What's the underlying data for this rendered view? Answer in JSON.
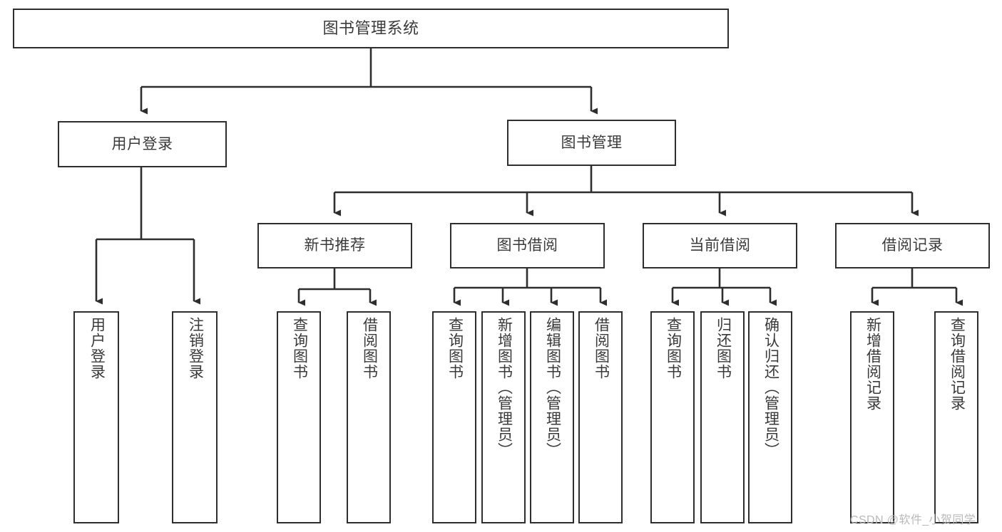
{
  "diagram": {
    "title": "图书管理系统",
    "type": "tree",
    "stroke_color": "#2e2e2e",
    "text_color": "#3a3a3a",
    "background_color": "#ffffff",
    "watermark": "CSDN @软件_小贺同学",
    "nodes": {
      "root": {
        "label": "图书管理系统"
      },
      "level2": [
        {
          "id": "user-login",
          "label": "用户登录"
        },
        {
          "id": "book-manage",
          "label": "图书管理"
        }
      ],
      "level3": [
        {
          "id": "new-book-recommend",
          "label": "新书推荐"
        },
        {
          "id": "book-borrow",
          "label": "图书借阅"
        },
        {
          "id": "current-borrow",
          "label": "当前借阅"
        },
        {
          "id": "borrow-record",
          "label": "借阅记录"
        }
      ],
      "leaves": {
        "user_login": [
          {
            "id": "leaf-user-login",
            "label": "用户登录"
          },
          {
            "id": "leaf-logout-login",
            "label": "注销登录"
          }
        ],
        "new_book_recommend": [
          {
            "id": "leaf-query-book-1",
            "label": "查询图书"
          },
          {
            "id": "leaf-borrow-book-1",
            "label": "借阅图书"
          }
        ],
        "book_borrow": [
          {
            "id": "leaf-query-book-2",
            "label": "查询图书"
          },
          {
            "id": "leaf-add-book",
            "label": "新增图书（管理员）"
          },
          {
            "id": "leaf-edit-book",
            "label": "编辑图书（管理员）"
          },
          {
            "id": "leaf-borrow-book-2",
            "label": "借阅图书"
          }
        ],
        "current_borrow": [
          {
            "id": "leaf-query-book-3",
            "label": "查询图书"
          },
          {
            "id": "leaf-return-book",
            "label": "归还图书"
          },
          {
            "id": "leaf-confirm-return",
            "label": "确认归还（管理员）"
          }
        ],
        "borrow_record": [
          {
            "id": "leaf-add-borrow-record",
            "label": "新增借阅记录"
          },
          {
            "id": "leaf-query-borrow-record",
            "label": "查询借阅记录"
          }
        ]
      }
    }
  }
}
